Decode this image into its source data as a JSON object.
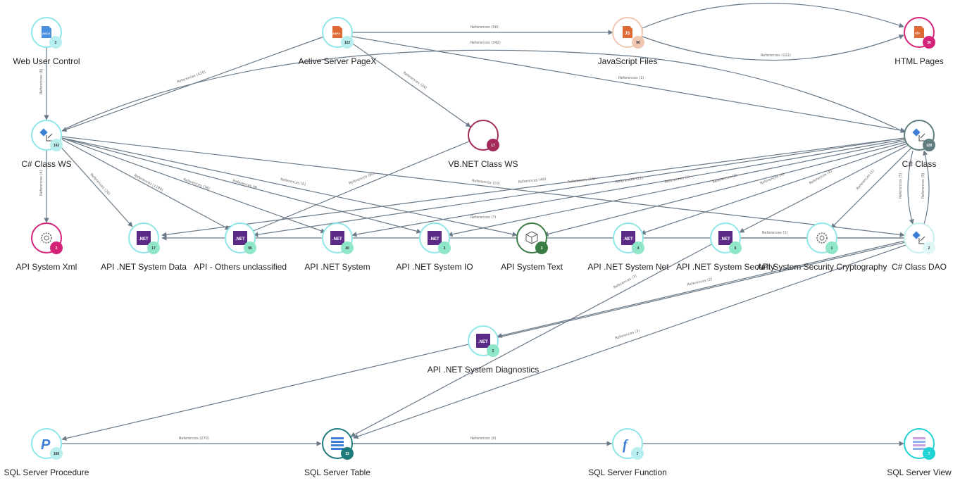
{
  "colors": {
    "edge": "#6b7a89",
    "cyan_ring": "#8fe6e6",
    "net_purple": "#5b2a86",
    "magenta": "#d6237a",
    "teal_dark": "#1f7a7a",
    "green": "#3a7d44",
    "slate": "#5f7d7f",
    "vb_ring": "#a32a5a"
  },
  "nodes": {
    "web_user_control": {
      "label": "Web User Control",
      "count": "2",
      "icon": "ascx-file-icon",
      "icon_text": "ASCX"
    },
    "active_server_pagex": {
      "label": "Active Server PageX",
      "count": "122",
      "icon": "aspx-file-icon",
      "icon_text": "ASPX"
    },
    "javascript_files": {
      "label": "JavaScript Files",
      "count": "90",
      "icon": "js-file-icon",
      "icon_text": "JS"
    },
    "html_pages": {
      "label": "HTML Pages",
      "count": "30",
      "icon": "html-file-icon",
      "icon_text": "</>"
    },
    "csharp_class_ws": {
      "label": "C# Class WS",
      "count": "142",
      "icon": "csharp-class-icon"
    },
    "vbnet_class_ws": {
      "label": "VB.NET Class WS",
      "count": "17",
      "icon": "vbnet-ring-icon"
    },
    "csharp_class": {
      "label": "C# Class",
      "count": "128",
      "icon": "csharp-class-icon"
    },
    "api_system_xml": {
      "label": "API System Xml",
      "count": "2",
      "icon": "gear-api-icon"
    },
    "api_net_system_data": {
      "label": "API .NET System Data",
      "count": "17",
      "icon": "dotnet-icon",
      "icon_text": ".NET"
    },
    "api_others_unclassified": {
      "label": "API - Others unclassified",
      "count": "96",
      "icon": "dotnet-icon",
      "icon_text": ".NET"
    },
    "api_net_system": {
      "label": "API .NET System",
      "count": "40",
      "icon": "dotnet-icon",
      "icon_text": ".NET"
    },
    "api_net_system_io": {
      "label": "API .NET System IO",
      "count": "3",
      "icon": "dotnet-icon",
      "icon_text": ".NET"
    },
    "api_system_text": {
      "label": "API System Text",
      "count": "3",
      "icon": "cube-icon"
    },
    "api_net_system_net": {
      "label": "API .NET System Net",
      "count": "4",
      "icon": "dotnet-icon",
      "icon_text": ".NET"
    },
    "api_net_system_security": {
      "label": "API .NET System Security",
      "count": "6",
      "icon": "dotnet-icon",
      "icon_text": ".NET"
    },
    "api_system_security_cryptography": {
      "label": "API System Security Cryptography",
      "count": "1",
      "icon": "gear-api-icon"
    },
    "csharp_class_dao": {
      "label": "C# Class DAO",
      "count": "2",
      "icon": "csharp-class-icon"
    },
    "api_net_system_diagnostics": {
      "label": "API .NET System Diagnostics",
      "count": "2",
      "icon": "dotnet-icon",
      "icon_text": ".NET"
    },
    "sql_server_procedure": {
      "label": "SQL Server Procedure",
      "count": "160",
      "icon": "procedure-icon",
      "icon_text": "P"
    },
    "sql_server_table": {
      "label": "SQL Server Table",
      "count": "33",
      "icon": "table-icon"
    },
    "sql_server_function": {
      "label": "SQL Server Function",
      "count": "7",
      "icon": "function-icon",
      "icon_text": "f"
    },
    "sql_server_view": {
      "label": "SQL Server View",
      "count": "7",
      "icon": "view-icon"
    }
  },
  "edge_labels": {
    "pagex_js": "References (56)",
    "pagex_csclass": "References (342)",
    "js_html_top": "References (122)",
    "pagex_csclass_b": "References (1)",
    "webuser_csws": "References (6)",
    "pagex_csws": "References (420)",
    "pagex_vbnet": "References (24)",
    "csws_xml": "References (4)",
    "csws_data": "References (20)",
    "csws_others": "References (1180)",
    "csws_system": "References (38)",
    "csws_io": "References (4)",
    "csws_text": "References (5)",
    "vbnet_others": "References (80)",
    "csws_dao": "References (10)",
    "cs_l1": "References (48)",
    "cs_l2": "References (64)",
    "cs_l3": "References (22)",
    "cs_l4": "References (1)",
    "cs_l5": "References (2)",
    "cs_l6": "References (4)",
    "cs_l7": "References (8)",
    "cs_l8": "References (1)",
    "cs_dao_a": "References (5)",
    "cs_dao_b": "References (9)",
    "dao_data": "References (7)",
    "dao_crypto": "References (1)",
    "dao_diag": "References (2)",
    "security_table": "References (3)",
    "dao_table": "References (3)",
    "proc_table": "References (270)",
    "table_function": "References (6)"
  }
}
